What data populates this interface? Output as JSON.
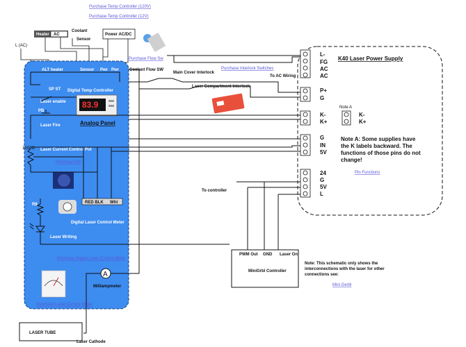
{
  "links": {
    "temp_120": "Purchase Temp Controller (120V)",
    "temp_12": "Purchase Temp Controller (12V)",
    "flow": "Purchase Flow Sw",
    "interlock": "Purchase Interlock Switches",
    "pot": "Purchase Pot",
    "digital_meter": "Purchase Digital Laser Control Meter",
    "current_meter": "Purchase Laser Current Meter",
    "pin_functions": "Pin Functions",
    "minigrbl": "Mini Gerbl"
  },
  "top": {
    "heater": "Heater",
    "ac": "AC",
    "coolant": "Coolant",
    "sensor": "Sensor",
    "power": "Power AC/DC",
    "l_ac": "L (AC)"
  },
  "panel": {
    "alt_heater": "ALT heater",
    "sensor": "Sensor",
    "pwr1": "Pwr",
    "pwr2": "Pwr",
    "spst": "SP ST",
    "temp_ctrl": "Digital Temp Controller",
    "display": "83.9",
    "laser_enable": "Laser enable",
    "pb": "PB",
    "laser_fire": "Laser Fire",
    "title": "Analog Panel",
    "pot_label": "Laser Current Control Pot",
    "ohms": "1000Ω",
    "red_blk": "RED BLK",
    "wht": "Wht",
    "r8": "R8",
    "digital_meter": "Digital Laser Control Meter",
    "laser_writing": "Laser Writing",
    "ammeter_symbol": "A",
    "milliampmeter": "Milliampmeter"
  },
  "mid": {
    "coolant_flow": "Coolant Flow SW",
    "main_cover": "Main Cover Interlock",
    "compartment": "Laser Compartment Interlock",
    "to_ac_wiring": "To AC Wiring",
    "to_controller": "To controller"
  },
  "psu": {
    "title": "K40 Laser Power Supply",
    "group1": [
      "L-",
      "FG",
      "AC",
      "AC"
    ],
    "group2": [
      "P+",
      "G"
    ],
    "group3": [
      "K-",
      "K+"
    ],
    "group4": [
      "G",
      "IN",
      "5V"
    ],
    "group5": [
      "24",
      "G",
      "5V",
      "L"
    ],
    "note_a_label": "Note A",
    "note_a_pins": [
      "K-",
      "K+"
    ],
    "note_a": "Note A: Some supplies have the K labels backward. The functions of those pins do not change!"
  },
  "controller": {
    "pwm": "PWM Out",
    "gnd": "GND",
    "laser_on": "Laser On",
    "name": "MiniGrbl Controller"
  },
  "footer": {
    "note": "Note: This schematic only shows the interconnections with the laser for other connections see:",
    "laser_tube": "LASER TUBE",
    "laser_cathode": "Laser Cathode"
  },
  "colors": {
    "panel_blue": "#3d8cf0",
    "link": "#5a56d6",
    "display_red": "#ff3030"
  }
}
